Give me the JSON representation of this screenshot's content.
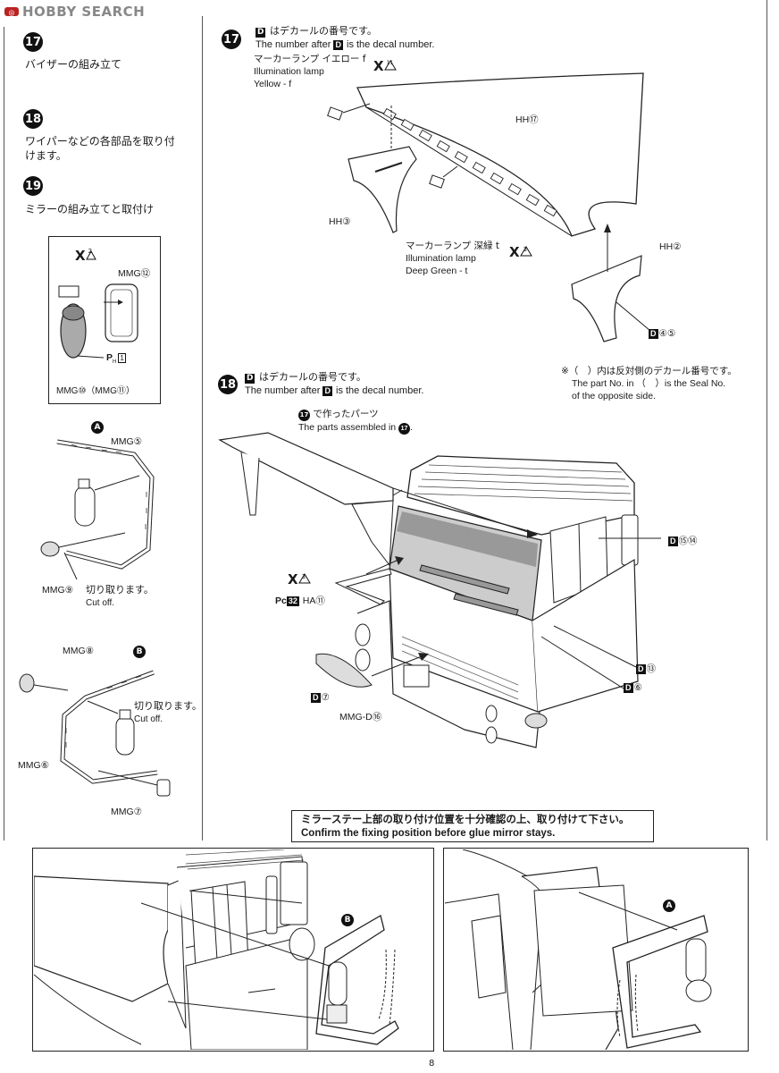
{
  "watermark": {
    "text": "HOBBY SEARCH"
  },
  "page_number": "8",
  "left_column": {
    "step17": {
      "num": "17",
      "text": "バイザーの組み立て"
    },
    "step18": {
      "num": "18",
      "text_line1": "ワイパーなどの各部品を取り付",
      "text_line2": "けます。"
    },
    "step19": {
      "num": "19",
      "text": "ミラーの組み立てと取付け"
    },
    "mirror_box": {
      "x_label": "X",
      "x_num": "2",
      "part_top": "MMG⑫",
      "part_pc": "P",
      "part_pc_sub": "H",
      "part_pc_num": "1",
      "part_bottom": "MMG⑩（MMG⑪）"
    },
    "group_a": {
      "marker": "A",
      "part_frame": "MMG⑤",
      "part_cap": "MMG⑨",
      "cut_jp": "切り取ります。",
      "cut_en": "Cut off."
    },
    "group_b": {
      "marker": "B",
      "part_cap": "MMG⑧",
      "cut_jp": "切り取ります。",
      "cut_en": "Cut off.",
      "part_frame": "MMG⑥",
      "part_knob": "MMG⑦"
    }
  },
  "step17_panel": {
    "num": "17",
    "decal_jp": "はデカールの番号です。",
    "decal_en_pre": "The number after",
    "decal_en_post": "is the decal number.",
    "decal_key": "D",
    "lamp_yellow_jp": "マーカーランプ イエロー f",
    "lamp_yellow_en1": "Illumination lamp",
    "lamp_yellow_en2": "Yellow - f",
    "lamp_yellow_x": "X",
    "lamp_yellow_xnum": "11",
    "part_visor": "HH⑰",
    "part_left_stay": "HH③",
    "lamp_green_jp": "マーカーランプ 深緑 t",
    "lamp_green_en1": "Illumination lamp",
    "lamp_green_en2": "Deep Green - t",
    "lamp_green_x": "X",
    "lamp_green_xnum": "3",
    "part_right_stay": "HH②",
    "decal_right": "④⑤",
    "note_jp": "※（　）内は反対側のデカール番号です。",
    "note_en1": "The part No. in （　）is the Seal No.",
    "note_en2": "of the opposite side."
  },
  "step18_panel": {
    "num": "18",
    "decal_jp": "はデカールの番号です。",
    "decal_en_pre": "The number after",
    "decal_en_post": "is the decal number.",
    "decal_key": "D",
    "assembled_jp": "で作ったパーツ",
    "assembled_en": "The parts assembled in",
    "assembled_ref": "17",
    "decal_window": "⑮⑭",
    "wiper_x": "X",
    "wiper_xnum": "3",
    "wiper_pc": "Pc",
    "wiper_pc_num": "32",
    "wiper_part": "HA⑪",
    "decal_door": "⑬",
    "decal_step": "⑥",
    "decal_grille": "⑦",
    "grille_part": "MMG-D⑯"
  },
  "notice": {
    "jp": "ミラーステー上部の取り付け位置を十分確認の上、取り付けて下さい。",
    "en": "Confirm the fixing position before glue mirror stays."
  },
  "bottom_left": {
    "marker": "B"
  },
  "bottom_right": {
    "marker": "A"
  }
}
